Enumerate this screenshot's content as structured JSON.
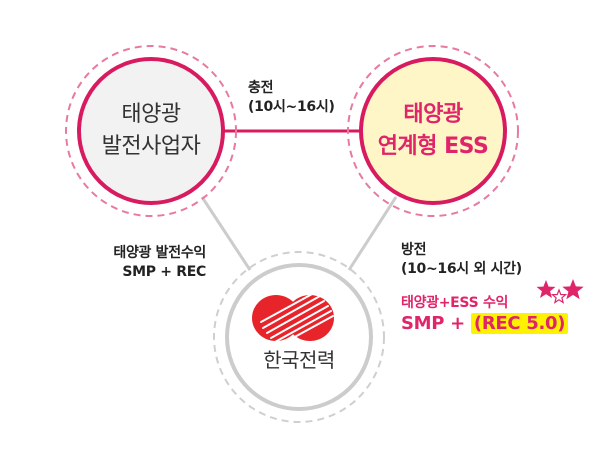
{
  "nodes": {
    "solar_producer": {
      "line1": "태양광",
      "line2": "발전사업자"
    },
    "solar_ess": {
      "line1": "태양광",
      "line2": "연계형 ESS"
    },
    "kepco": {
      "name": "한국전력"
    }
  },
  "edges": {
    "charge": {
      "line1": "충전",
      "line2": "(10시~16시)"
    },
    "discharge": {
      "line1": "방전",
      "line2": "(10~16시 외 시간)"
    },
    "solar_revenue": {
      "line1": "태양광 발전수익",
      "line2": "SMP + REC"
    }
  },
  "ess_revenue": {
    "title": "태양광+ESS 수익",
    "smp": "SMP + ",
    "rec": "(REC 5.0)"
  },
  "colors": {
    "accent": "#e0246a",
    "ring_dark": "#d81b60",
    "ring_grey": "#cccccc",
    "highlight": "#fff200",
    "ess_fill": "#fff6c8"
  }
}
